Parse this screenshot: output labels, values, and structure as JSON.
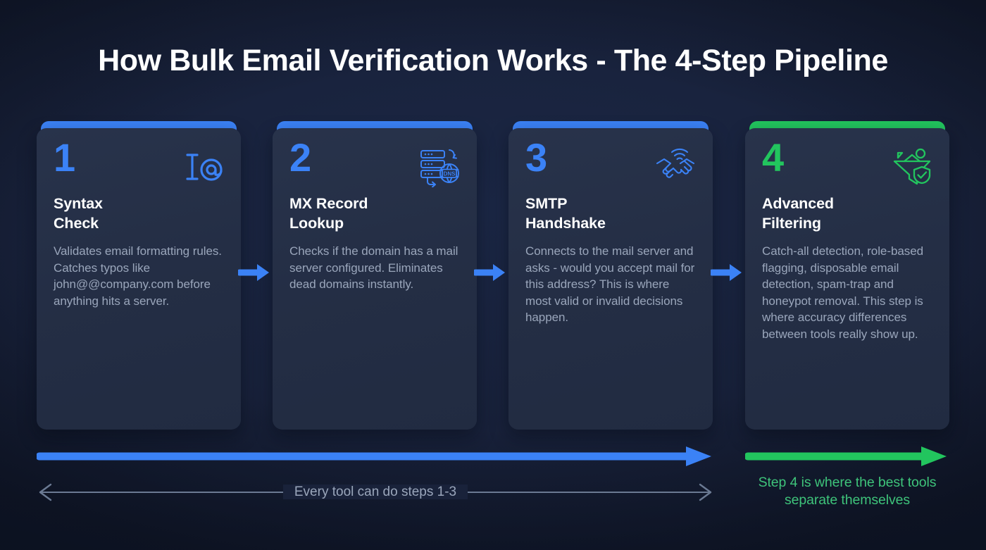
{
  "title": "How Bulk Email Verification Works - The 4-Step Pipeline",
  "colors": {
    "background": "#18213a",
    "card": "#242e45",
    "accent_blue": "#3b82f6",
    "accent_green": "#22c55e",
    "title_text": "#ffffff",
    "body_text": "#9aa6bb",
    "green_text": "#3ec37a"
  },
  "steps": [
    {
      "number": "1",
      "title": "Syntax\nCheck",
      "description": "Validates email formatting rules. Catches typos like john@@company.com before anything hits a server.",
      "icon": "text-cursor-at-symbol-icon",
      "accent": "#3b82f6"
    },
    {
      "number": "2",
      "title": "MX Record\nLookup",
      "description": "Checks if the domain has a mail server configured. Eliminates dead domains instantly.",
      "icon": "dns-server-globe-icon",
      "accent": "#3b82f6"
    },
    {
      "number": "3",
      "title": "SMTP\nHandshake",
      "description": "Connects to the mail server and asks - would you accept mail for this address? This is where most valid or invalid decisions happen.",
      "icon": "handshake-signal-icon",
      "accent": "#3b82f6"
    },
    {
      "number": "4",
      "title": "Advanced\nFiltering",
      "description": "Catch-all detection, role-based flagging, disposable email detection, spam-trap and honeypot removal. This step is where accuracy differences between tools really show up.",
      "icon": "funnel-shield-check-icon",
      "accent": "#22c55e"
    }
  ],
  "connectors": [
    {
      "name": "arrow-step1-to-step2",
      "color": "#3b82f6"
    },
    {
      "name": "arrow-step2-to-step3",
      "color": "#3b82f6"
    },
    {
      "name": "arrow-step3-to-step4",
      "color": "#3b82f6"
    }
  ],
  "footer": {
    "blue_bar_label": "steps-1-3-progress-arrow",
    "green_bar_label": "step-4-progress-arrow",
    "range_caption": "Every tool can do steps 1-3",
    "green_caption": "Step 4 is where the best tools separate themselves"
  }
}
